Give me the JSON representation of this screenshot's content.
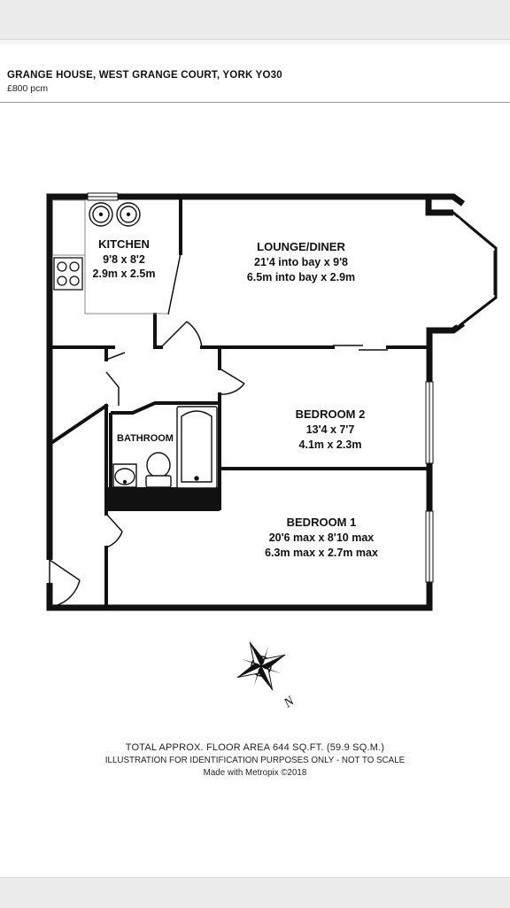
{
  "header": {
    "address": "GRANGE HOUSE, WEST GRANGE COURT, YORK YO30",
    "price": "£800 pcm"
  },
  "rooms": {
    "kitchen": {
      "label": "KITCHEN",
      "imperial": "9'8 x 8'2",
      "metric": "2.9m x 2.5m"
    },
    "lounge": {
      "label": "LOUNGE/DINER",
      "imperial": "21'4 into bay x 9'8",
      "metric": "6.5m into bay x 2.9m"
    },
    "bedroom2": {
      "label": "BEDROOM 2",
      "imperial": "13'4 x 7'7",
      "metric": "4.1m x 2.3m"
    },
    "bathroom": {
      "label": "BATHROOM"
    },
    "bedroom1": {
      "label": "BEDROOM 1",
      "imperial": "20'6 max x 8'10 max",
      "metric": "6.3m max x 2.7m max"
    }
  },
  "compass": {
    "north_letter": "N"
  },
  "footer": {
    "area": "TOTAL APPROX. FLOOR AREA 644 SQ.FT. (59.9 SQ.M.)",
    "disclaimer": "ILLUSTRATION FOR IDENTIFICATION PURPOSES ONLY - NOT TO SCALE",
    "credit": "Made with Metropix ©2018"
  },
  "colors": {
    "wall": "#111111",
    "page": "#ffffff",
    "chrome": "#ececec",
    "fixture": "#555555"
  },
  "icons": [
    "hob-icon",
    "double-sink-icon",
    "bath-icon",
    "toilet-icon",
    "basin-icon",
    "compass-rose-icon"
  ]
}
